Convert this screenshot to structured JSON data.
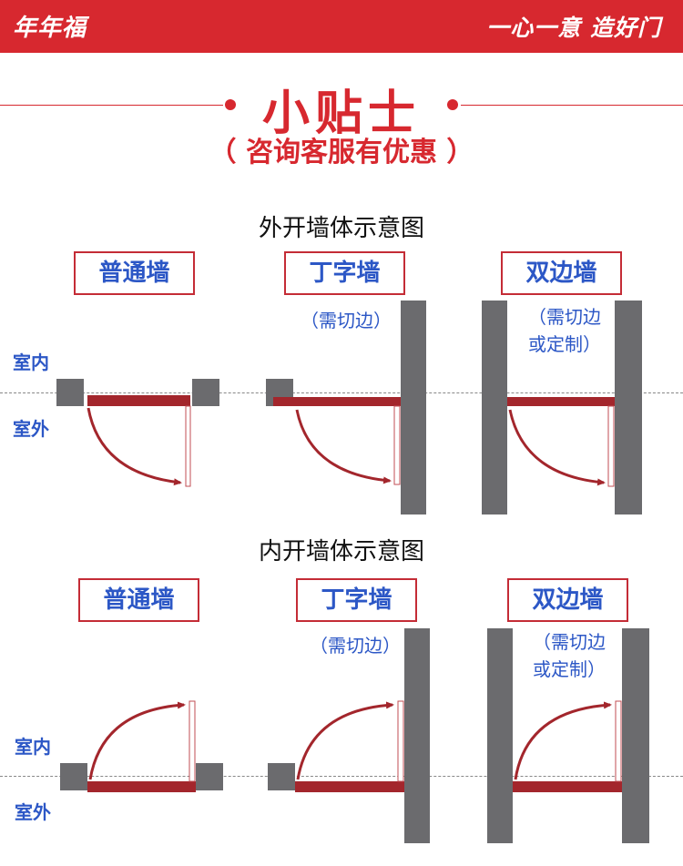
{
  "header": {
    "brand_left": "年年福",
    "brand_right": "一心一意 造好门"
  },
  "tips": {
    "title": "小贴士",
    "subtitle": "（ 咨询客服有优惠 ）"
  },
  "outward": {
    "title": "外开墙体示意图",
    "types": [
      {
        "label": "普通墙"
      },
      {
        "label": "丁字墙",
        "note": "（需切边）"
      },
      {
        "label": "双边墙",
        "note_line1": "（需切边",
        "note_line2": "或定制）"
      }
    ],
    "indoor": "室内",
    "outdoor": "室外"
  },
  "inward": {
    "title": "内开墙体示意图",
    "types": [
      {
        "label": "普通墙"
      },
      {
        "label": "丁字墙",
        "note": "（需切边）"
      },
      {
        "label": "双边墙",
        "note_line1": "（需切边",
        "note_line2": "或定制）"
      }
    ],
    "indoor": "室内",
    "outdoor": "室外"
  },
  "colors": {
    "brand_red": "#d7282f",
    "door_red": "#a3262c",
    "label_blue": "#2c57c6",
    "wall_gray": "#6b6b6e"
  }
}
